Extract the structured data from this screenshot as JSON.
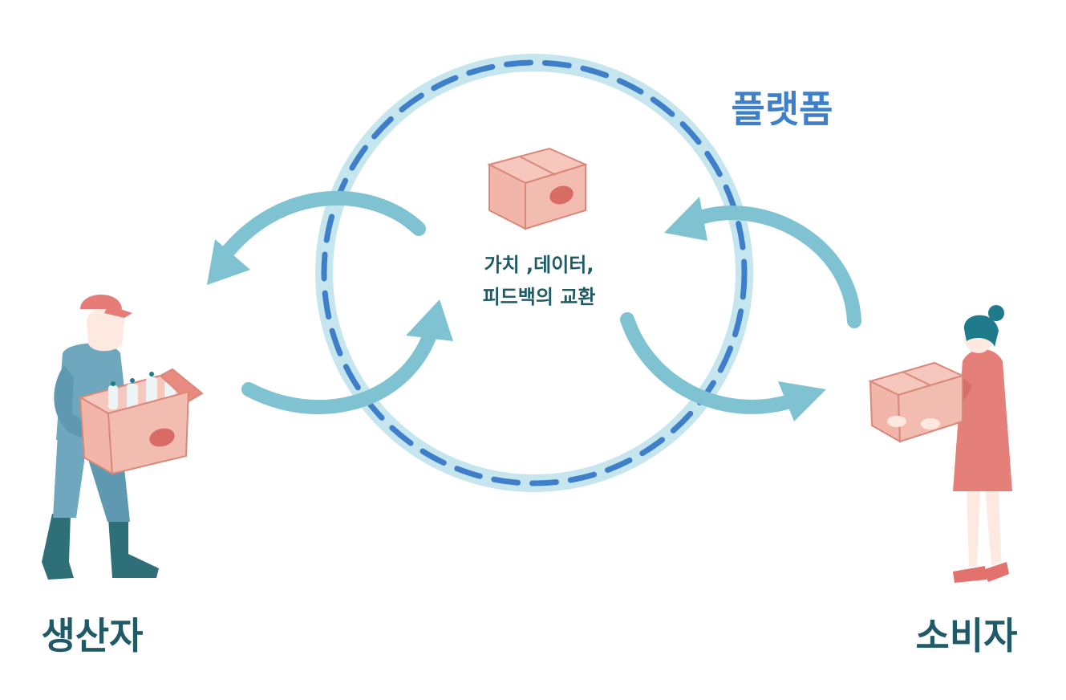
{
  "platform_label": "플랫폼",
  "center_text": {
    "line1": "가치 ,데이터,",
    "line2": "피드백의 교환"
  },
  "producer_label": "생산자",
  "consumer_label": "소비자",
  "colors": {
    "ring_light": "#c6e6ef",
    "ring_dash": "#3f7fc9",
    "arrow": "#7fc3d3",
    "label_dark": "#1f5a66",
    "platform_blue": "#3f7fc9",
    "box_fill": "#f1b6a9",
    "box_stroke": "#d9887a",
    "box_mark": "#d86b62",
    "overalls": "#6fa7bf",
    "boots": "#2f6f78",
    "cap": "#e57c78",
    "skin": "#fde9df",
    "dress": "#e57f7a",
    "hair": "#1f7a8c",
    "bottles": "#eef4f6",
    "shoes": "#e3716d"
  },
  "icons": {
    "center": "package-box-icon",
    "producer": "farmer-figure-icon",
    "consumer": "woman-figure-icon"
  }
}
